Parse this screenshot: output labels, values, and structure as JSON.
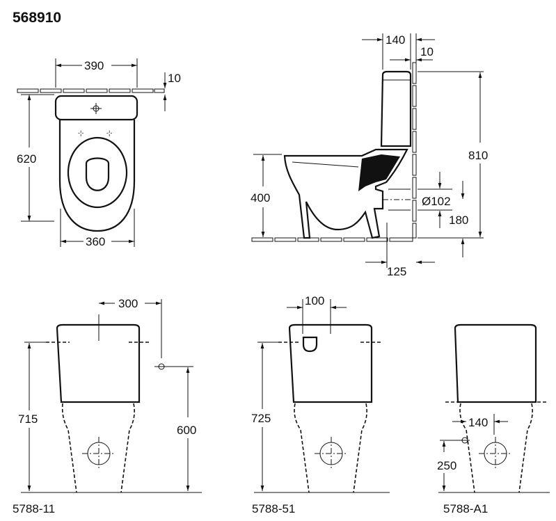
{
  "title": "568910",
  "top_view": {
    "width_tank": "390",
    "wall_gap": "10",
    "length": "620",
    "width_bowl": "360"
  },
  "side_view": {
    "tank_depth": "140",
    "wall_gap": "10",
    "seat_height": "400",
    "total_height": "810",
    "outlet_diameter": "Ø102",
    "outlet_height": "180",
    "outlet_offset": "125"
  },
  "front_views": [
    {
      "code": "5788-11",
      "height": "715",
      "inlet_offset": "300",
      "inlet_height": "600"
    },
    {
      "code": "5788-51",
      "height": "725",
      "inlet_offset": "100"
    },
    {
      "code": "5788-A1",
      "inlet_offset": "140",
      "inlet_height": "250"
    }
  ],
  "colors": {
    "line": "#111111",
    "background": "#ffffff"
  }
}
